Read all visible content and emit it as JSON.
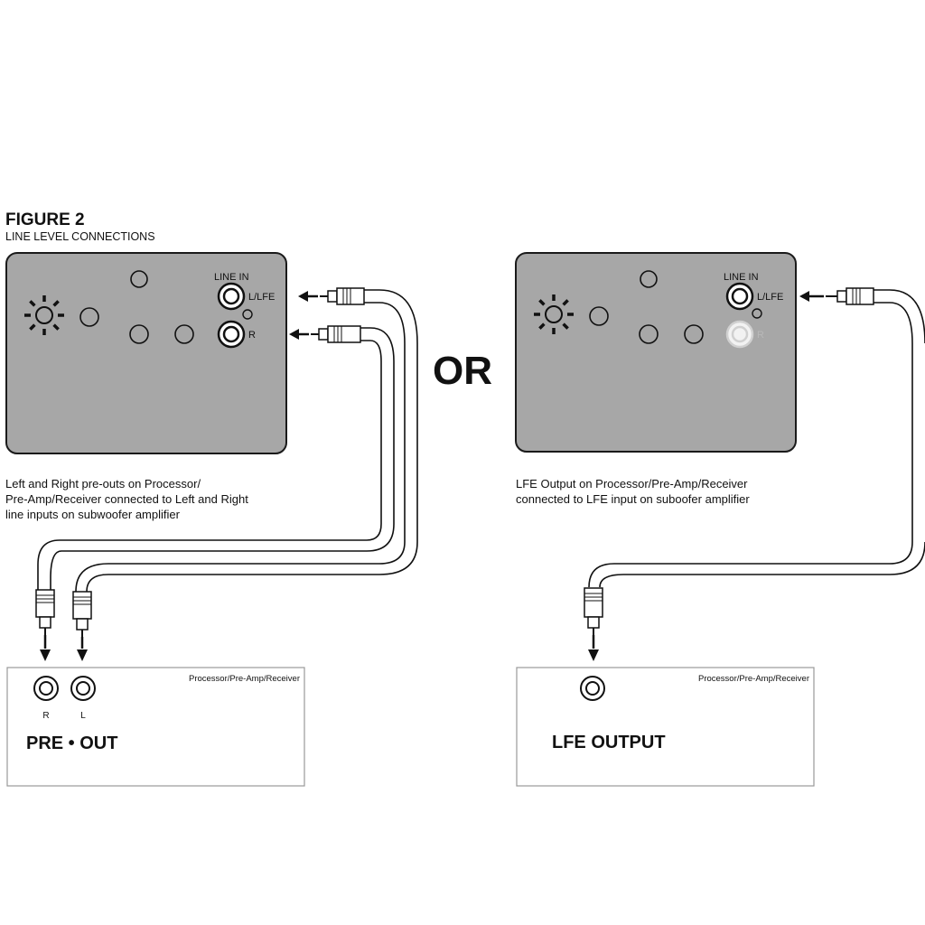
{
  "figure": {
    "title": "FIGURE 2",
    "subtitle": "LINE LEVEL CONNECTIONS"
  },
  "left_panel": {
    "line_in_label": "LINE IN",
    "jack_top_label": "L/LFE",
    "jack_bottom_label": "R",
    "description": [
      "Left and Right pre-outs on Processor/",
      "Pre-Amp/Receiver connected to Left and Right",
      "line inputs on subwoofer amplifier"
    ],
    "receiver_label": "Processor/Pre-Amp/Receiver",
    "out_jack_labels": [
      "R",
      "L"
    ],
    "out_title": "PRE • OUT"
  },
  "separator": "OR",
  "right_panel": {
    "line_in_label": "LINE IN",
    "jack_top_label": "L/LFE",
    "jack_bottom_label": "R",
    "description": [
      "LFE Output on Processor/Pre-Amp/Receiver",
      "connected to LFE input on suboofer amplifier"
    ],
    "receiver_label": "Processor/Pre-Amp/Receiver",
    "out_title": "LFE OUTPUT"
  },
  "colors": {
    "panel_fill": "#a7a7a7",
    "panel_stroke": "#1a1a1a",
    "line": "#111111",
    "dimmed": "#d0d0d0"
  }
}
